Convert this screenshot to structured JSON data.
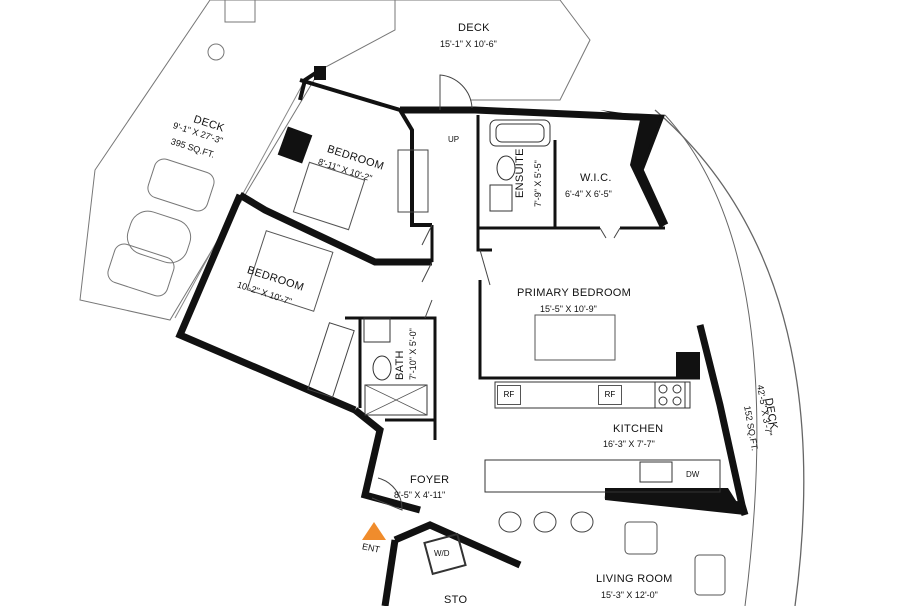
{
  "rooms": {
    "deck_top": {
      "name": "DECK",
      "dims": "15'-1\" X 10'-6\""
    },
    "deck_left": {
      "name": "DECK",
      "dims": "9'-1\" X 27'-3\"",
      "area": "395 SQ.FT."
    },
    "bedroom_1": {
      "name": "BEDROOM",
      "dims": "8'-11\" X 10'-2\""
    },
    "bedroom_2": {
      "name": "BEDROOM",
      "dims": "10'-2\" X 10'-7\""
    },
    "ensuite": {
      "name": "ENSUITE",
      "dims": "7'-9\" X 5'-5\""
    },
    "wic": {
      "name": "W.I.C.",
      "dims": "6'-4\" X 6'-5\""
    },
    "primary_bedroom": {
      "name": "PRIMARY BEDROOM",
      "dims": "15'-5\" X 10'-9\""
    },
    "bath": {
      "name": "BATH",
      "dims": "7'-10\" X 5'-0\""
    },
    "kitchen": {
      "name": "KITCHEN",
      "dims": "16'-3\" X 7'-7\""
    },
    "foyer": {
      "name": "FOYER",
      "dims": "8'-5\" X 4'-11\""
    },
    "deck_right": {
      "name": "DECK",
      "dims": "42'-5\" X 3'-7\"",
      "area": "152 SQ.FT."
    },
    "living_room": {
      "name": "LIVING ROOM",
      "dims": "15'-3\" X 12'-0\""
    },
    "storage": {
      "name": "STO"
    }
  },
  "fixtures": {
    "up": "UP",
    "rf_1": "RF",
    "rf_2": "RF",
    "dw": "DW",
    "wd": "W/D",
    "ent": "ENT"
  }
}
